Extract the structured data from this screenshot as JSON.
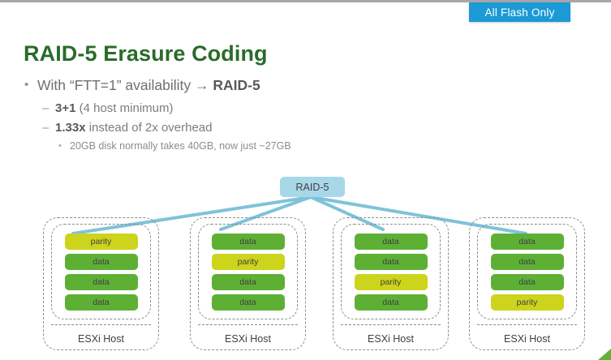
{
  "badge": {
    "label": "All Flash Only",
    "color": "#1b9ad6"
  },
  "title": "RAID-5 Erasure Coding",
  "bullets": {
    "level1": {
      "marker": "•",
      "text_before": "With “FTT=1” availability → ",
      "emphasis": "RAID-5"
    },
    "level2": [
      {
        "marker": "–",
        "emphasis": "3+1",
        "text_after": " (4 host minimum)"
      },
      {
        "marker": "–",
        "emphasis": "1.33x",
        "text_after": " instead of 2x overhead"
      }
    ],
    "level3": [
      {
        "marker": "•",
        "text": "20GB disk normally takes 40GB, now just ~27GB"
      }
    ]
  },
  "diagram": {
    "raid_node": {
      "label": "RAID-5",
      "color": "#a8d8e8"
    },
    "connector_color": "#7ec3da",
    "chunk_colors": {
      "data": "#5eb035",
      "parity": "#ccd41c"
    },
    "hosts": [
      {
        "label": "ESXi Host",
        "chunks": [
          {
            "type": "parity",
            "label": "parity"
          },
          {
            "type": "data",
            "label": "data"
          },
          {
            "type": "data",
            "label": "data"
          },
          {
            "type": "data",
            "label": "data"
          }
        ]
      },
      {
        "label": "ESXi Host",
        "chunks": [
          {
            "type": "data",
            "label": "data"
          },
          {
            "type": "parity",
            "label": "parity"
          },
          {
            "type": "data",
            "label": "data"
          },
          {
            "type": "data",
            "label": "data"
          }
        ]
      },
      {
        "label": "ESXi Host",
        "chunks": [
          {
            "type": "data",
            "label": "data"
          },
          {
            "type": "data",
            "label": "data"
          },
          {
            "type": "parity",
            "label": "parity"
          },
          {
            "type": "data",
            "label": "data"
          }
        ]
      },
      {
        "label": "ESXi Host",
        "chunks": [
          {
            "type": "data",
            "label": "data"
          },
          {
            "type": "data",
            "label": "data"
          },
          {
            "type": "data",
            "label": "data"
          },
          {
            "type": "parity",
            "label": "parity"
          }
        ]
      }
    ]
  }
}
